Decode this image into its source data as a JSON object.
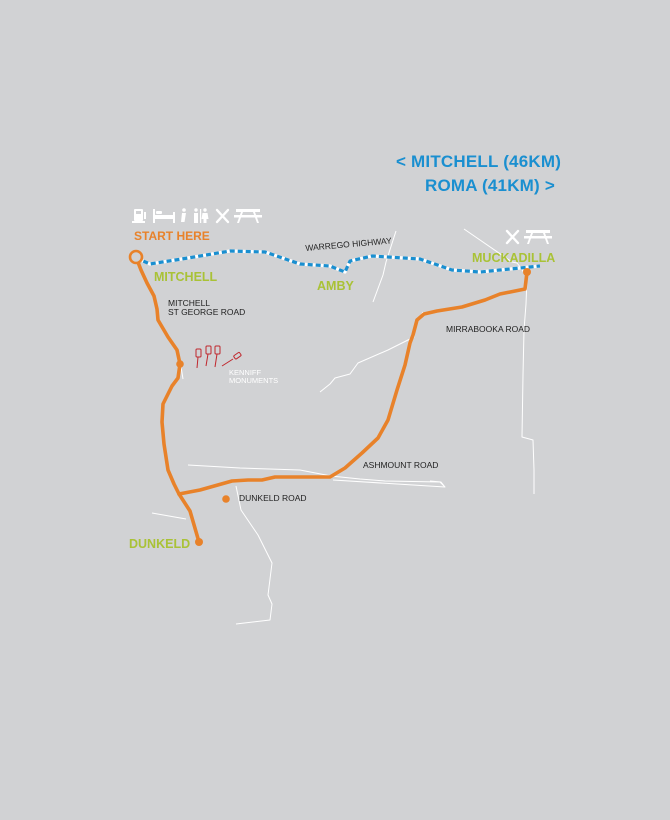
{
  "destinations": {
    "mitchell": "< MITCHELL (46KM)",
    "roma": "ROMA (41KM) >"
  },
  "start_label": "START HERE",
  "towns": {
    "mitchell": "MITCHELL",
    "amby": "AMBY",
    "muckadilla": "MUCKADILLA",
    "dunkeld": "DUNKELD"
  },
  "roads": {
    "warrego": "WARREGO HIGHWAY",
    "mitchell_st_george_1": "MITCHELL",
    "mitchell_st_george_2": "ST GEORGE ROAD",
    "mirrabooka": "MIRRABOOKA ROAD",
    "ashmount": "ASHMOUNT ROAD",
    "dunkeld": "DUNKELD ROAD"
  },
  "landmark": {
    "line1": "KENNIFF",
    "line2": "MONUMENTS"
  },
  "icons": {
    "mitchell": [
      "fuel-icon",
      "accommodation-icon",
      "information-icon",
      "toilets-icon",
      "food-icon",
      "picnic-icon"
    ],
    "muckadilla": [
      "food-icon",
      "picnic-icon"
    ]
  },
  "colors": {
    "background": "#d1d2d4",
    "route": "#e8822a",
    "highway": "#1a8fd0",
    "town_label": "#a9c236",
    "minor_road": "#ffffff",
    "monument": "#c0272d"
  }
}
